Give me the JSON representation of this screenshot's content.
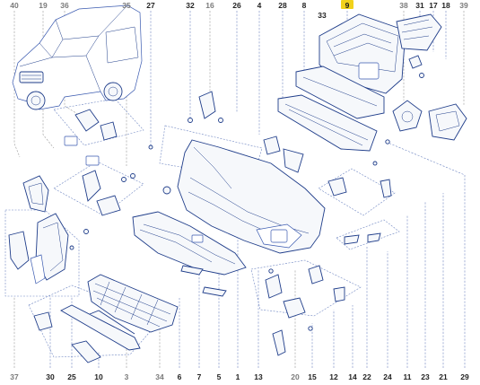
{
  "diagram": {
    "highlight_color": "#f2d21b",
    "line_color": "#1f3d8a",
    "top_refs": [
      {
        "id": "40",
        "tone": "grey"
      },
      {
        "id": "19",
        "tone": "grey"
      },
      {
        "id": "36",
        "tone": "grey"
      },
      {
        "id": "35",
        "tone": "grey"
      },
      {
        "id": "27",
        "tone": "dark"
      },
      {
        "id": "32",
        "tone": "dark"
      },
      {
        "id": "16",
        "tone": "grey"
      },
      {
        "id": "26",
        "tone": "dark"
      },
      {
        "id": "4",
        "tone": "dark"
      },
      {
        "id": "28",
        "tone": "dark"
      },
      {
        "id": "8",
        "tone": "dark"
      },
      {
        "id": "9",
        "tone": "highlight"
      },
      {
        "id": "38",
        "tone": "grey"
      },
      {
        "id": "31",
        "tone": "dark"
      },
      {
        "id": "17",
        "tone": "dark"
      },
      {
        "id": "18",
        "tone": "dark"
      },
      {
        "id": "39",
        "tone": "grey"
      }
    ],
    "inner_refs": [
      {
        "id": "33",
        "tone": "dark"
      }
    ],
    "bottom_refs": [
      {
        "id": "37",
        "tone": "grey"
      },
      {
        "id": "30",
        "tone": "dark"
      },
      {
        "id": "25",
        "tone": "dark"
      },
      {
        "id": "10",
        "tone": "dark"
      },
      {
        "id": "3",
        "tone": "grey"
      },
      {
        "id": "34",
        "tone": "grey"
      },
      {
        "id": "6",
        "tone": "dark"
      },
      {
        "id": "7",
        "tone": "dark"
      },
      {
        "id": "5",
        "tone": "dark"
      },
      {
        "id": "1",
        "tone": "dark"
      },
      {
        "id": "13",
        "tone": "dark"
      },
      {
        "id": "20",
        "tone": "grey"
      },
      {
        "id": "15",
        "tone": "dark"
      },
      {
        "id": "12",
        "tone": "dark"
      },
      {
        "id": "14",
        "tone": "dark"
      },
      {
        "id": "22",
        "tone": "dark"
      },
      {
        "id": "24",
        "tone": "dark"
      },
      {
        "id": "11",
        "tone": "dark"
      },
      {
        "id": "23",
        "tone": "dark"
      },
      {
        "id": "21",
        "tone": "dark"
      },
      {
        "id": "29",
        "tone": "dark"
      }
    ]
  }
}
